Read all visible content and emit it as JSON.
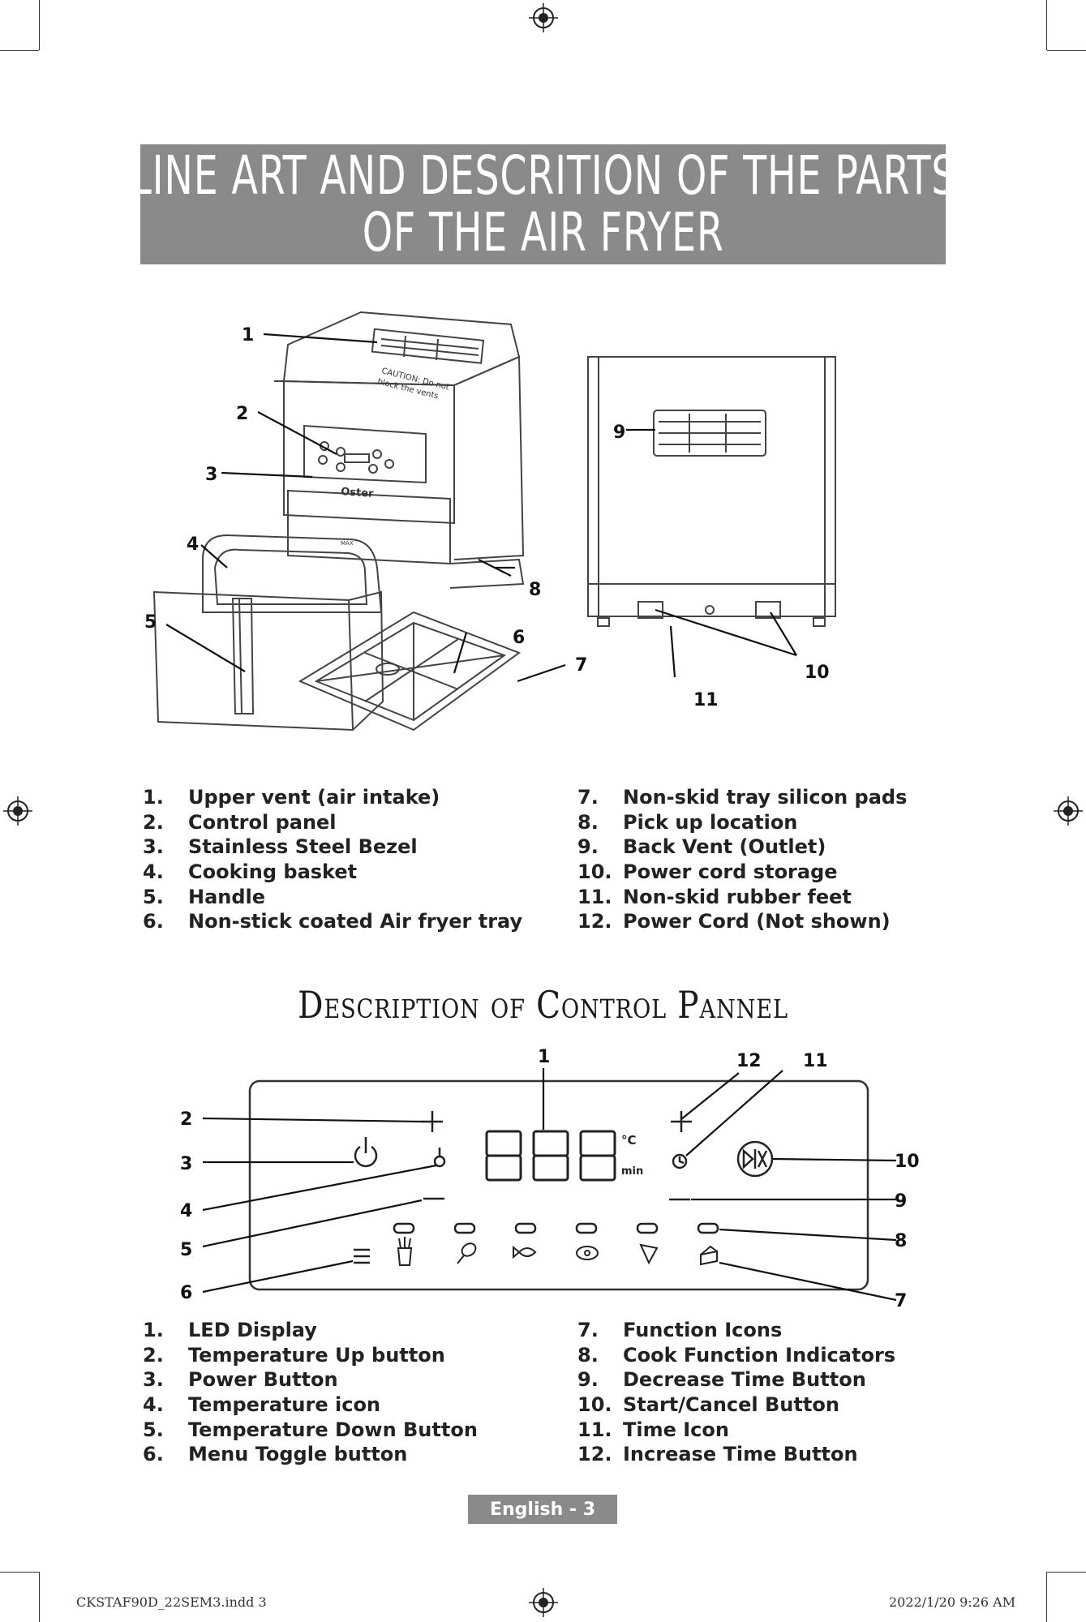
{
  "page_title": {
    "line1": "LINE ART AND DESCRITION OF THE PARTS",
    "line2": "OF THE AIR FRYER"
  },
  "fryer_diagram": {
    "caution_text_line1": "CAUTION: Do not",
    "caution_text_line2": "block the vents",
    "brand": "Oster",
    "max_mark": "MAX",
    "callouts": [
      "1",
      "2",
      "3",
      "4",
      "5",
      "6",
      "7",
      "8",
      "9",
      "10",
      "11"
    ]
  },
  "parts_list_left": [
    {
      "num": "1.",
      "text": "Upper vent (air intake)"
    },
    {
      "num": "2.",
      "text": "Control panel"
    },
    {
      "num": "3.",
      "text": "Stainless Steel Bezel"
    },
    {
      "num": "4.",
      "text": "Cooking basket"
    },
    {
      "num": "5.",
      "text": "Handle"
    },
    {
      "num": "6.",
      "text": "Non-stick coated Air fryer tray"
    }
  ],
  "parts_list_right": [
    {
      "num": "7.",
      "text": "Non-skid tray silicon pads"
    },
    {
      "num": "8.",
      "text": "Pick up location"
    },
    {
      "num": "9.",
      "text": "Back Vent (Outlet)"
    },
    {
      "num": "10.",
      "text": "Power cord storage"
    },
    {
      "num": "11.",
      "text": "Non-skid rubber feet"
    },
    {
      "num": "12.",
      "text": "Power Cord (Not shown)"
    }
  ],
  "control_panel_title": "Description of Control Pannel",
  "control_panel_diagram": {
    "display_digits": "888",
    "temp_unit": "°C",
    "time_unit": "min",
    "callouts": [
      "1",
      "2",
      "3",
      "4",
      "5",
      "6",
      "7",
      "8",
      "9",
      "10",
      "11",
      "12"
    ]
  },
  "control_list_left": [
    {
      "num": "1.",
      "text": "LED Display"
    },
    {
      "num": "2.",
      "text": "Temperature Up button"
    },
    {
      "num": "3.",
      "text": "Power Button"
    },
    {
      "num": "4.",
      "text": "Temperature icon"
    },
    {
      "num": "5.",
      "text": "Temperature Down Button"
    },
    {
      "num": "6.",
      "text": "Menu Toggle button"
    }
  ],
  "control_list_right": [
    {
      "num": "7.",
      "text": "Function Icons"
    },
    {
      "num": "8.",
      "text": "Cook Function Indicators"
    },
    {
      "num": "9.",
      "text": "Decrease Time Button"
    },
    {
      "num": "10.",
      "text": "Start/Cancel Button"
    },
    {
      "num": "11.",
      "text": "Time Icon"
    },
    {
      "num": "12.",
      "text": "Increase Time Button"
    }
  ],
  "page_label": "English - 3",
  "slug_left": "CKSTAF90D_22SEM3.indd 3",
  "slug_right": "2022/1/20 9:26 AM"
}
